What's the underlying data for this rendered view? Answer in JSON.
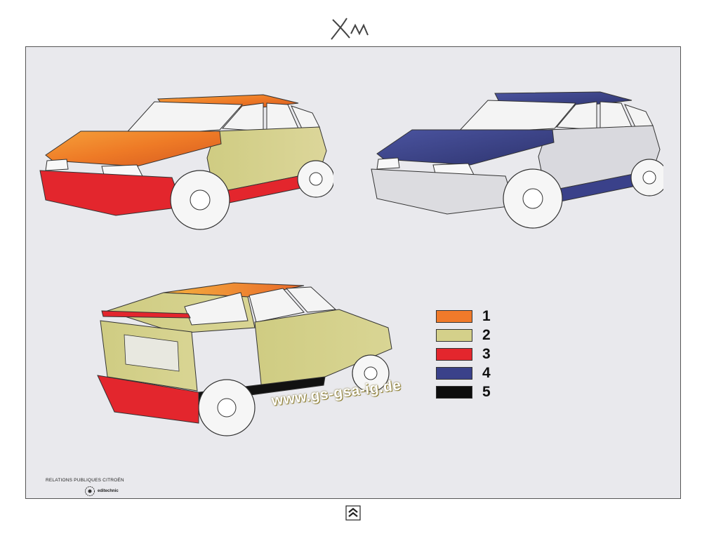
{
  "header": {
    "logo_text": "XM"
  },
  "legend": [
    {
      "number": "1",
      "color": "#f07a2a"
    },
    {
      "number": "2",
      "color": "#d4d08a"
    },
    {
      "number": "3",
      "color": "#e3262d"
    },
    {
      "number": "4",
      "color": "#3a418a"
    },
    {
      "number": "5",
      "color": "#0d0d0d"
    }
  ],
  "watermark": "www.gs-gsa-ig.de",
  "footer": {
    "credit": "Relations Publiques Citroën",
    "brand": "editechnic"
  },
  "icons": {
    "header": "xm-logo-icon",
    "bottom": "citroen-chevrons-icon"
  }
}
